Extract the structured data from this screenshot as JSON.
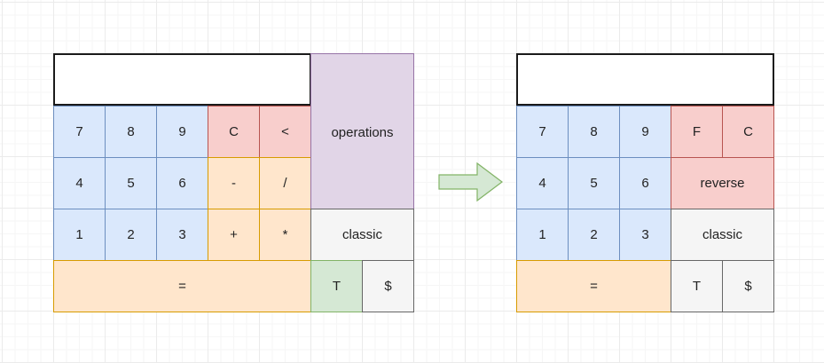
{
  "colors": {
    "display_fill": "#ffffff",
    "display_stroke": "#1a1a1a",
    "digit_fill": "#dae8fc",
    "digit_stroke": "#6c8ebf",
    "control_fill": "#f8cecc",
    "control_stroke": "#b85450",
    "operator_fill": "#ffe6cc",
    "operator_stroke": "#d79b00",
    "operations_fill": "#e1d5e7",
    "operations_stroke": "#9673a6",
    "toggle_fill": "#d5e8d4",
    "toggle_stroke": "#82b366",
    "neutral_fill": "#f5f5f5",
    "neutral_stroke": "#666666",
    "arrow_fill": "#d5e8d4",
    "arrow_stroke": "#82b366"
  },
  "before": {
    "digits": [
      "7",
      "8",
      "9",
      "4",
      "5",
      "6",
      "1",
      "2",
      "3"
    ],
    "controls": [
      "C",
      "<"
    ],
    "operators": [
      "-",
      "/",
      "+",
      "*"
    ],
    "operations": "operations",
    "classic": "classic",
    "equals": "=",
    "t_key": "T",
    "dollar_key": "$"
  },
  "arrow_icon": "right-arrow-icon",
  "after": {
    "digits": [
      "7",
      "8",
      "9",
      "4",
      "5",
      "6",
      "1",
      "2",
      "3"
    ],
    "controls": [
      "F",
      "C"
    ],
    "reverse": "reverse",
    "classic": "classic",
    "equals": "=",
    "t_key": "T",
    "dollar_key": "$"
  }
}
